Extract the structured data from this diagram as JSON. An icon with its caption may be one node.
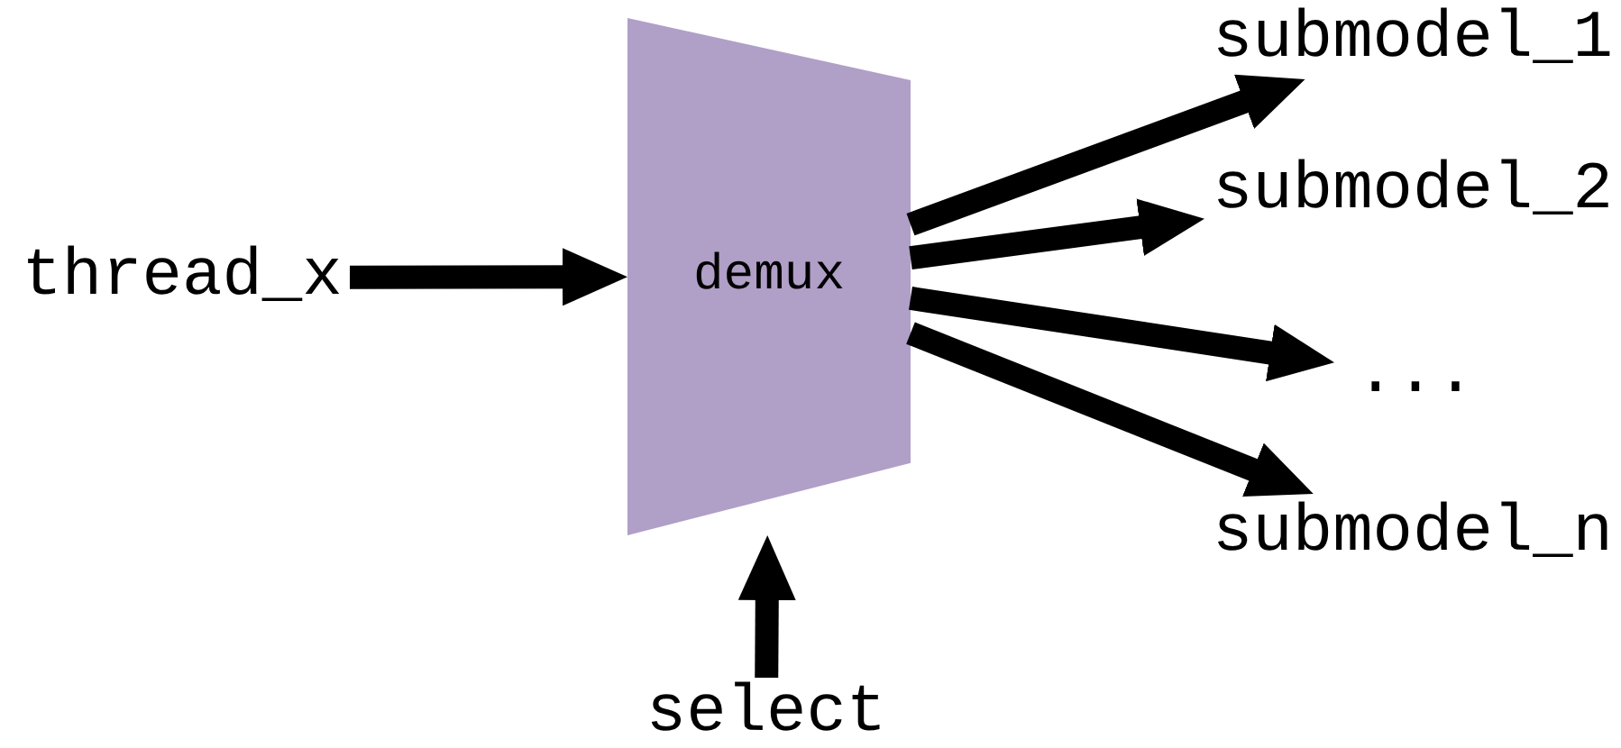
{
  "diagram": {
    "nodes": [
      {
        "text": [
          "thread_x"
        ]
      },
      {
        "text": [
          "demux"
        ]
      },
      {
        "text": [
          "submodel_1"
        ]
      },
      {
        "text": [
          "submodel_2"
        ]
      },
      {
        "text": [
          "..."
        ]
      },
      {
        "text": [
          "submodel_n"
        ]
      },
      {
        "text": [
          "select"
        ]
      }
    ],
    "edges": [
      {
        "from": 0,
        "to": 1,
        "arrow": "to"
      },
      {
        "from": 1,
        "to": 2,
        "arrow": "to"
      },
      {
        "from": 1,
        "to": 3,
        "arrow": "to"
      },
      {
        "from": 1,
        "to": 4,
        "arrow": "to"
      },
      {
        "from": 1,
        "to": 5,
        "arrow": "to"
      },
      {
        "from": 6,
        "to": 1,
        "arrow": "to"
      }
    ]
  }
}
